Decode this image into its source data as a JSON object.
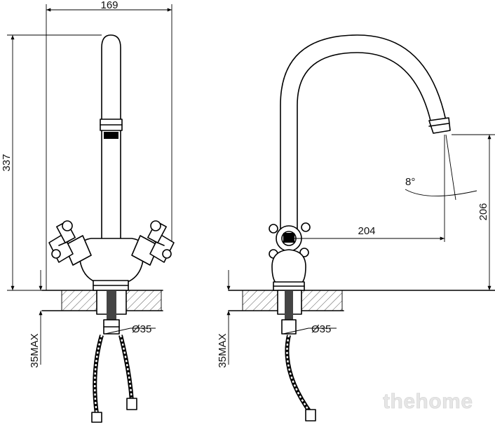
{
  "drawing": {
    "front_view": {
      "width_dim": "169",
      "height_dim": "337",
      "mount_dim": "35MAX",
      "hole_dim": "Ø35"
    },
    "side_view": {
      "reach_dim": "204",
      "spout_height_dim": "206",
      "angle_dim": "8°",
      "mount_dim": "35MAX",
      "hole_dim": "Ø35"
    }
  },
  "watermark": "thehome"
}
